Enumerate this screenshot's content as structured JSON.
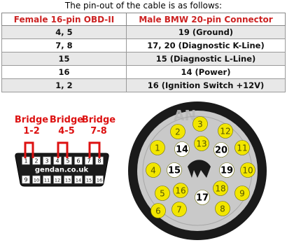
{
  "intro": "The pin-out of the cable is as follows:",
  "table": {
    "headers": [
      "Female 16-pin OBD-II",
      "Male BMW 20-pin Connector"
    ],
    "rows": [
      [
        "4, 5",
        "19 (Ground)"
      ],
      [
        "7, 8",
        "17, 20 (Diagnostic K-Line)"
      ],
      [
        "15",
        "15 (Diagnostic L-Line)"
      ],
      [
        "16",
        "14 (Power)"
      ],
      [
        "1, 2",
        "16 (Ignition Switch +12V)"
      ]
    ]
  },
  "bridges": [
    {
      "word": "Bridge",
      "pins": "1-2"
    },
    {
      "word": "Bridge",
      "pins": "4-5"
    },
    {
      "word": "Bridge",
      "pins": "7-8"
    }
  ],
  "obd": {
    "brand": "gendan.co.uk",
    "top_pins": [
      "1",
      "2",
      "3",
      "4",
      "5",
      "6",
      "7",
      "8"
    ],
    "bottom_pins": [
      "9",
      "10",
      "11",
      "12",
      "13",
      "14",
      "15",
      "16"
    ]
  },
  "bmw": {
    "watermark": "AN",
    "pins": [
      "1",
      "2",
      "3",
      "4",
      "5",
      "6",
      "7",
      "8",
      "9",
      "10",
      "11",
      "12",
      "13",
      "14",
      "15",
      "16",
      "17",
      "18",
      "19",
      "20"
    ],
    "bold_pins": [
      "14",
      "15",
      "17",
      "19",
      "20"
    ]
  },
  "colors": {
    "header_text": "#cc2222",
    "bridge": "#dd1111",
    "pin_fill": "#f2e600",
    "connector_gray": "#c8c8c8",
    "connector_dark": "#1a1a1a"
  }
}
